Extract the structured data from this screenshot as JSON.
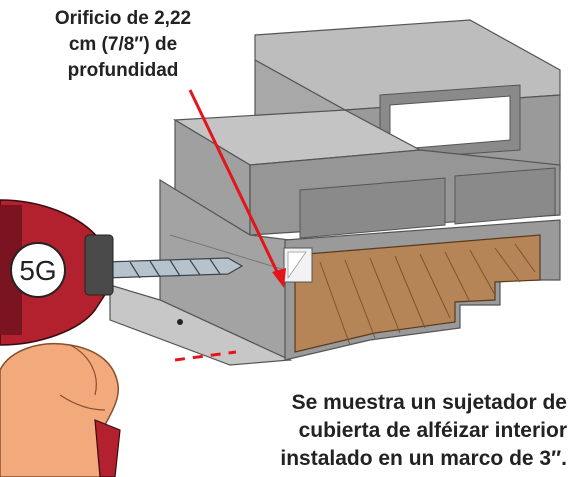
{
  "callouts": {
    "top": {
      "line1": "Orificio de 2,22",
      "line2": "cm (7/8″) de",
      "line3": "profundidad"
    },
    "bottom": {
      "line1": "Se muestra un sujetador de",
      "line2": "cubierta de alféizar interior",
      "line3": "instalado en un marco de 3″."
    }
  },
  "drill": {
    "badge": "5G",
    "body_color": "#b3202e"
  },
  "colors": {
    "frame_gray": "#9a9a9a",
    "frame_gray_light": "#bdbdbd",
    "frame_gray_dark": "#6f6f6f",
    "wood": "#b58457",
    "arrow_red": "#e4141b",
    "skin": "#f2a97c"
  }
}
